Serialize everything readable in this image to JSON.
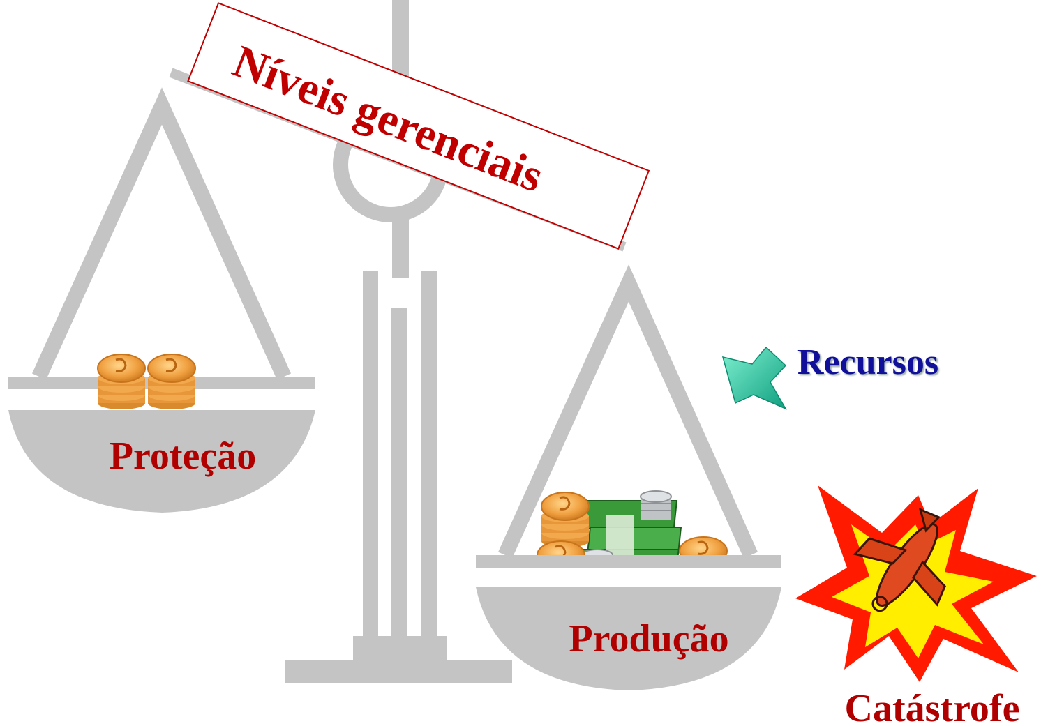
{
  "title": "Níveis gerenciais",
  "labels": {
    "left_pan": "Proteção",
    "right_pan": "Produção",
    "resources": "Recursos",
    "catastrophe": "Catástrofe"
  },
  "icons": {
    "resources_arrow": "arrow-icon",
    "coins": "coin-stack-icon",
    "money": "money-pile-icon",
    "explosion": "explosion-icon",
    "crash": "plane-crash-icon"
  },
  "colors": {
    "scale_gray": "#c4c4c4",
    "title_red": "#c00000",
    "label_red": "#b00000",
    "resources_blue": "#10109a",
    "arrow_teal": "#2fd0a8",
    "coin_orange": "#f0a040",
    "cash_green": "#3a9a3a",
    "burst_red": "#ff1a00",
    "burst_yellow": "#ffee00"
  }
}
